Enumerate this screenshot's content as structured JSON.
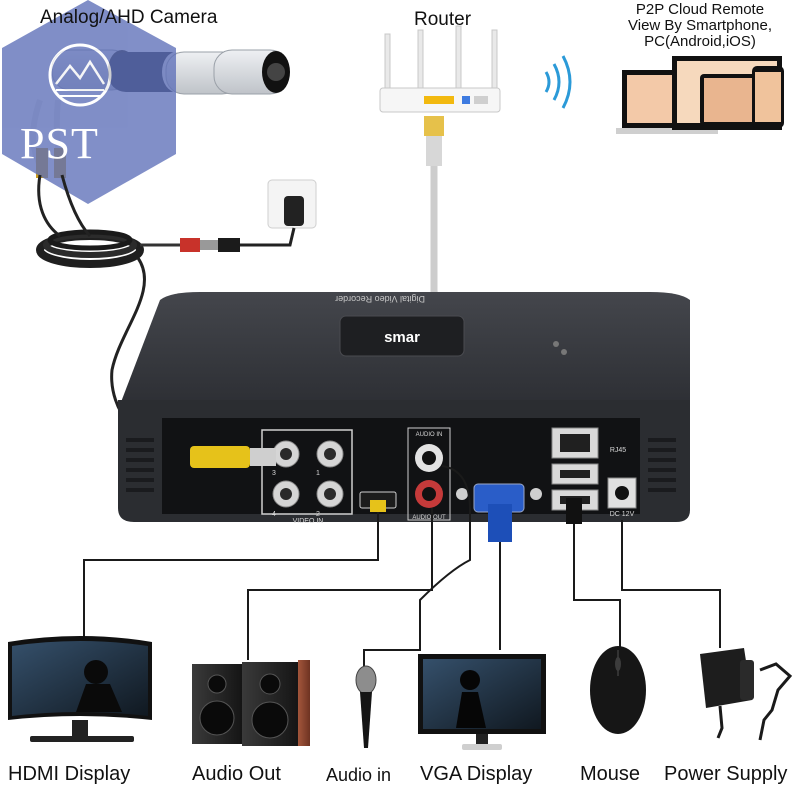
{
  "labels": {
    "camera": "Analog/AHD Camera",
    "router": "Router",
    "p2p_line1": "P2P Cloud Remote",
    "p2p_line2": "View By Smartphone,",
    "p2p_line3": "PC(Android,iOS)",
    "hdmi_display": "HDMI Display",
    "audio_out": "Audio Out",
    "audio_in": "Audio in",
    "vga_display": "VGA Display",
    "mouse": "Mouse",
    "power_supply": "Power Supply"
  },
  "watermark": {
    "text": "PST"
  },
  "dvr": {
    "brand": "smar",
    "top_text": "Digital Video Recorder",
    "video_in": "VIDEO IN",
    "audio_in": "AUDIO IN",
    "audio_out": "AUDIO OUT",
    "rj45": "RJ45",
    "dc": "DC 12V",
    "ch1": "1",
    "ch2": "2",
    "ch3": "3",
    "ch4": "4"
  },
  "colors": {
    "dvr_body": "#2b2d31",
    "dvr_top": "#3a3c41",
    "cable": "#1a1a1a",
    "network_cable": "#c9c9c9",
    "bnc_yellow": "#e6c21a",
    "watermark": "#5d6fb8",
    "vga_blue": "#1d4fb8"
  }
}
